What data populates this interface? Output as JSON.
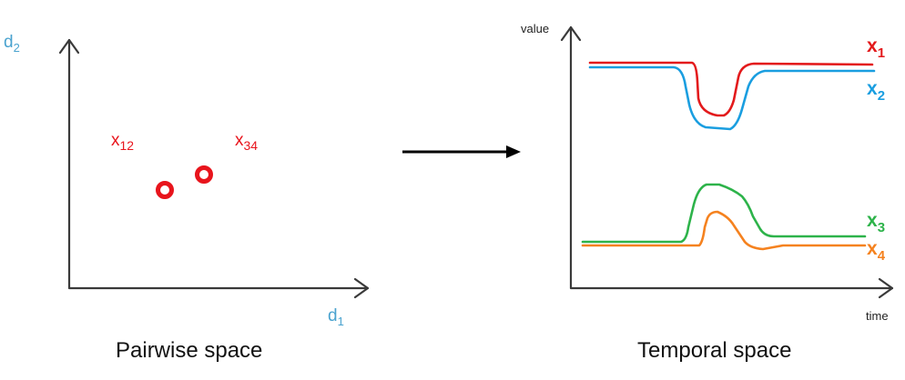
{
  "colors": {
    "axis_label": "#4aa3cf",
    "point": "#e8141c",
    "x1": "#e31a1c",
    "x2": "#1a9ee0",
    "x3": "#2db34a",
    "x4": "#f5821f"
  },
  "pairwise": {
    "caption": "Pairwise space",
    "xlabel_main": "d",
    "xlabel_sub": "1",
    "ylabel_main": "d",
    "ylabel_sub": "2",
    "points": [
      {
        "label_main": "x",
        "label_sub": "12"
      },
      {
        "label_main": "x",
        "label_sub": "34"
      }
    ]
  },
  "transform_arrow": "arrow-right",
  "temporal": {
    "caption": "Temporal space",
    "ylabel": "value",
    "xlabel": "time",
    "series": [
      {
        "name_main": "x",
        "name_sub": "1"
      },
      {
        "name_main": "x",
        "name_sub": "2"
      },
      {
        "name_main": "x",
        "name_sub": "3"
      },
      {
        "name_main": "x",
        "name_sub": "4"
      }
    ]
  }
}
